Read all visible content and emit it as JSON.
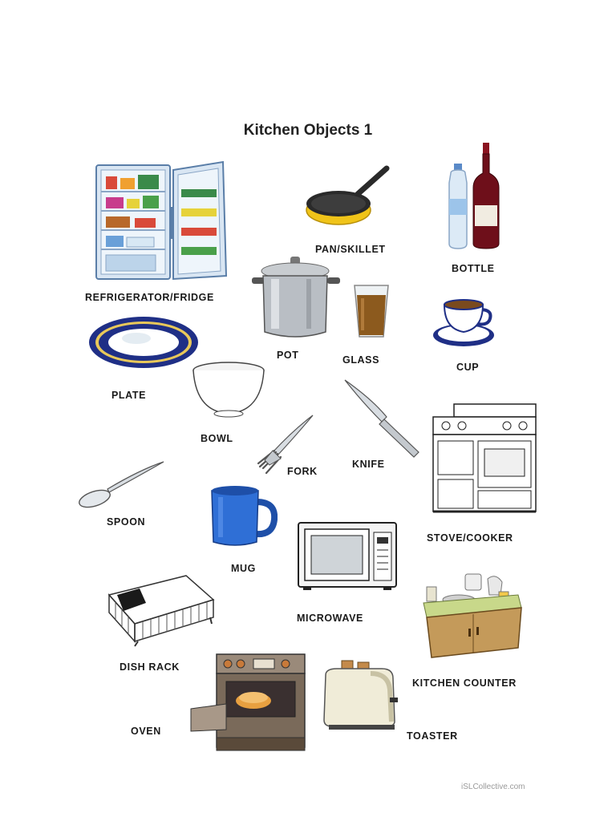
{
  "title": "Kitchen Objects 1",
  "labels": {
    "fridge": "REFRIGERATOR/FRIDGE",
    "pan": "PAN/SKILLET",
    "bottle": "BOTTLE",
    "pot": "POT",
    "glass": "GLASS",
    "cup": "CUP",
    "plate": "PLATE",
    "bowl": "BOWL",
    "knife": "KNIFE",
    "fork": "FORK",
    "stove": "STOVE/COOKER",
    "spoon": "SPOON",
    "mug": "MUG",
    "microwave": "MICROWAVE",
    "dishrack": "DISH RACK",
    "counter": "KITCHEN COUNTER",
    "oven": "OVEN",
    "toaster": "TOASTER"
  },
  "watermark": "iSLCollective.com",
  "colors": {
    "plate_rim": "#1f2f86",
    "mug_blue": "#2f6fd6",
    "pan_yellow": "#f0c419",
    "wine": "#6e0f1a"
  }
}
